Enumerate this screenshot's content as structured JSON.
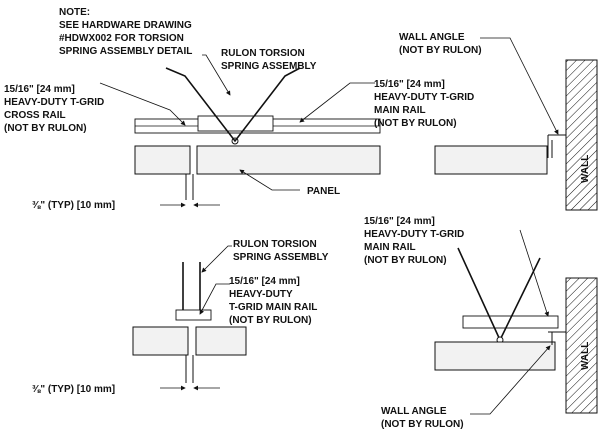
{
  "labels": {
    "note_1": "NOTE:",
    "note_2": "SEE HARDWARE DRAWING",
    "note_3": "#HDWX002 FOR TORSION",
    "note_4": "SPRING ASSEMBLY DETAIL",
    "spring_a_1": "RULON TORSION",
    "spring_a_2": "SPRING ASSEMBLY",
    "cross_1": "15/16\" [24 mm]",
    "cross_2": "HEAVY-DUTY T-GRID",
    "cross_3": "CROSS RAIL",
    "cross_4": "(NOT BY RULON)",
    "main_a_1": "15/16\" [24 mm]",
    "main_a_2": "HEAVY-DUTY T-GRID",
    "main_a_3": "MAIN RAIL",
    "main_a_4": "(NOT BY RULON)",
    "wall_angle_top_1": "WALL ANGLE",
    "wall_angle_top_2": "(NOT BY RULON)",
    "panel": "PANEL",
    "wall_top": "WALL",
    "gap_top": "⅜\" (TYP) [10 mm]",
    "spring_b_1": "RULON TORSION",
    "spring_b_2": "SPRING ASSEMBLY",
    "main_b_1": "15/16\" [24 mm]",
    "main_b_2": "HEAVY-DUTY",
    "main_b_3": "T-GRID MAIN RAIL",
    "main_b_4": "(NOT BY RULON)",
    "main_c_1": "15/16\" [24 mm]",
    "main_c_2": "HEAVY-DUTY T-GRID",
    "main_c_3": "MAIN RAIL",
    "main_c_4": "(NOT BY RULON)",
    "gap_bottom": "⅜\" (TYP) [10 mm]",
    "wall_bottom": "WALL",
    "wall_angle_bottom_1": "WALL ANGLE",
    "wall_angle_bottom_2": "(NOT BY RULON)"
  }
}
